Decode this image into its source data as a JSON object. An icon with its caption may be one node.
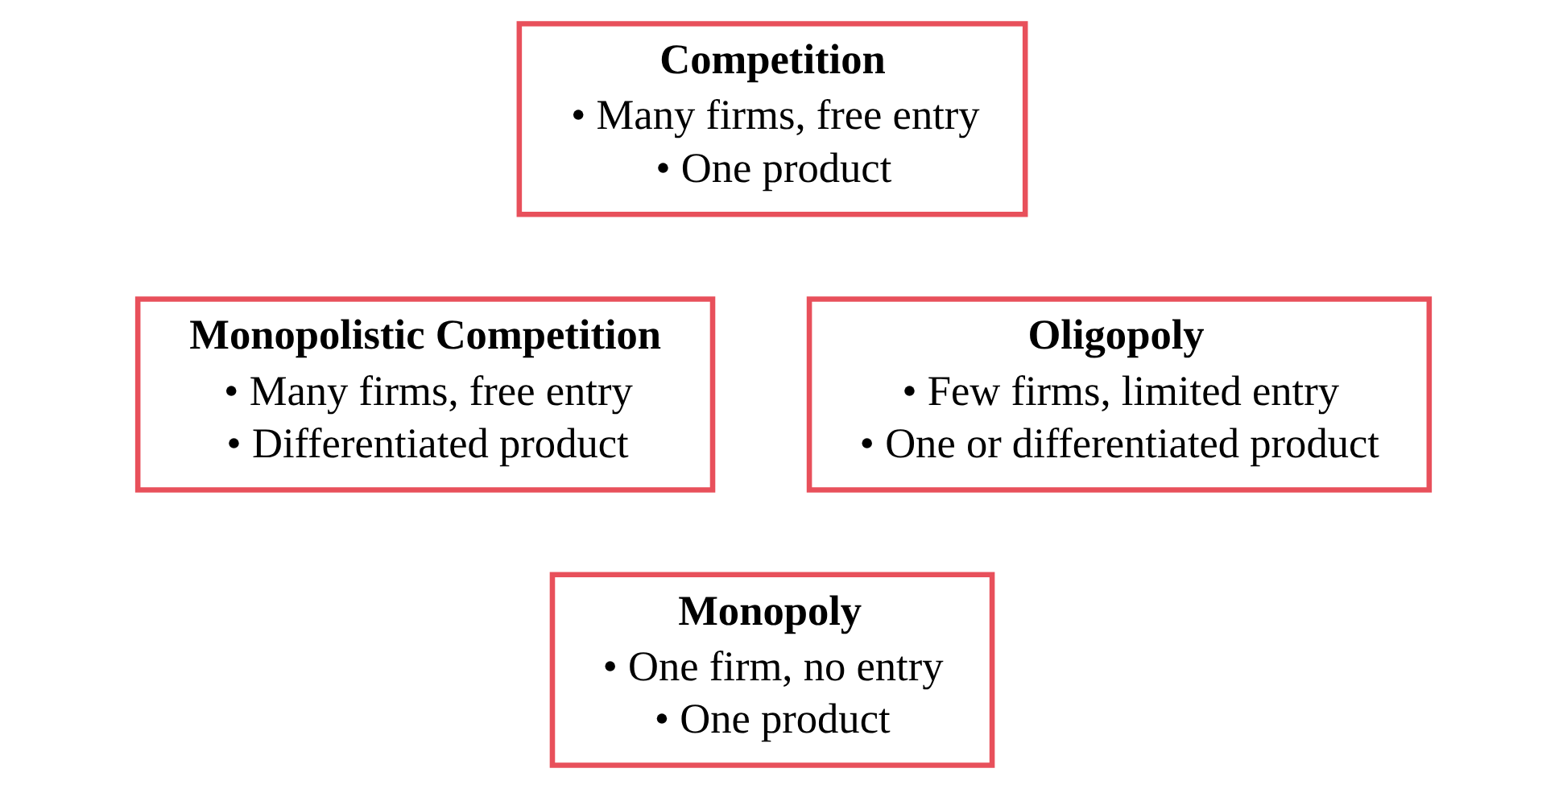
{
  "diagram": {
    "nodes": [
      {
        "text": [
          "Competition",
          "• Many firms, free entry",
          "• One product"
        ]
      },
      {
        "text": [
          "Monopolistic Competition",
          "• Many firms, free entry",
          "• Differentiated product"
        ]
      },
      {
        "text": [
          "Oligopoly",
          "• Few firms, limited entry",
          "• One or differentiated product"
        ]
      },
      {
        "text": [
          "Monopoly",
          "• One firm, no entry",
          "• One product"
        ]
      }
    ],
    "edges": []
  }
}
